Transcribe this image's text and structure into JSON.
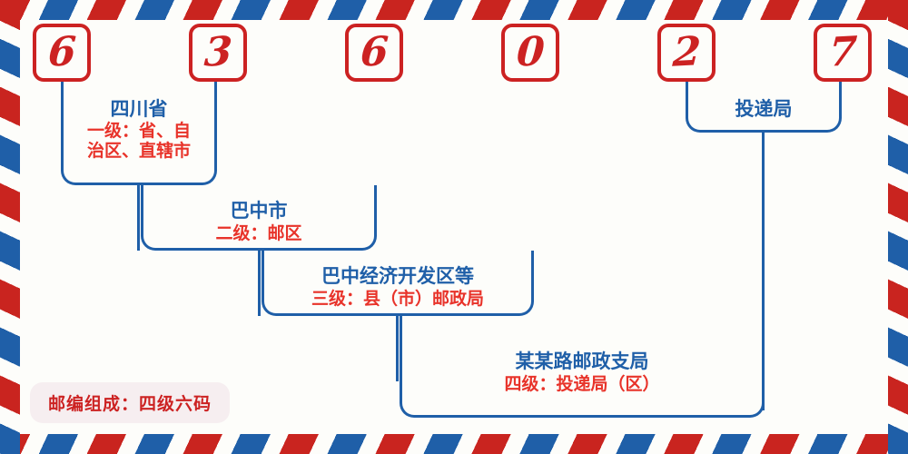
{
  "colors": {
    "red": "#cc2222",
    "stripe_red": "#c9241f",
    "blue": "#1f5fa8",
    "label_red": "#e8332a",
    "paper": "#fdfdfa",
    "badge_bg": "#f6eef0"
  },
  "postcode": {
    "digits": [
      "6",
      "3",
      "6",
      "0",
      "2",
      "7"
    ]
  },
  "levels": [
    {
      "id": "level-1",
      "name": "四川省",
      "detail": "一级：省、自",
      "detail2": "治区、直辖市"
    },
    {
      "id": "level-2",
      "name": "巴中市",
      "detail": "二级：邮区"
    },
    {
      "id": "level-3",
      "name": "巴中经济开发区等",
      "detail": "三级：县（市）邮政局"
    },
    {
      "id": "level-4",
      "name": "某某路邮政支局",
      "detail": "四级：投递局（区）"
    }
  ],
  "delivery_office_label": "投递局",
  "badge": {
    "text": "邮编组成：四级六码"
  }
}
